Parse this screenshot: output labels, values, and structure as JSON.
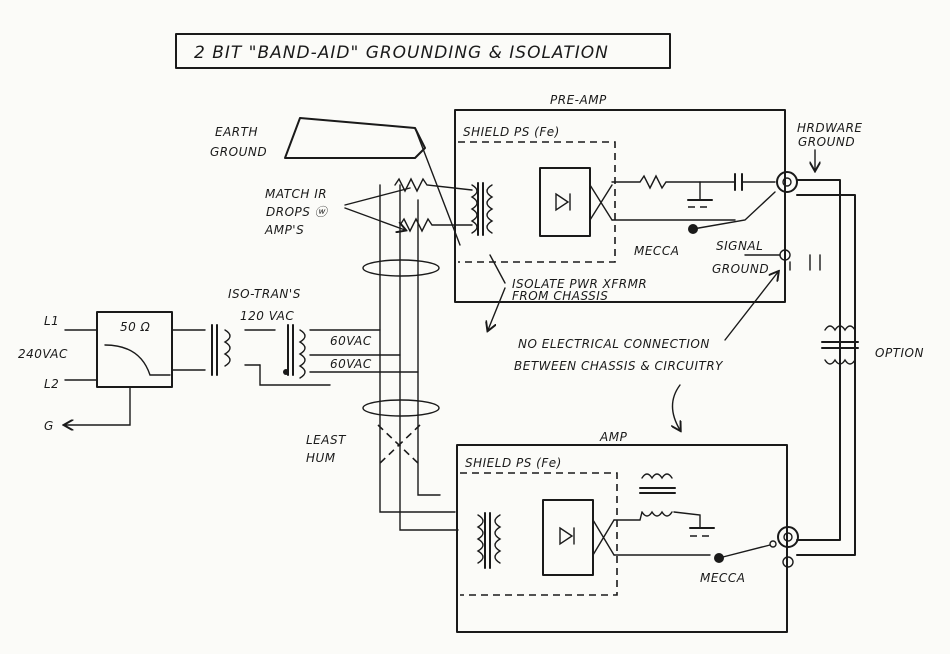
{
  "title": "2 BIT \"BAND-AID\" GROUNDING & ISOLATION",
  "labels": {
    "earth_ground_1": "EARTH",
    "earth_ground_2": "GROUND",
    "preamp": "PRE-AMP",
    "amp": "AMP",
    "shield_ps_top": "SHIELD PS (Fe)",
    "shield_ps_bottom": "SHIELD PS (Fe)",
    "hardware_ground_1": "HRDWARE",
    "hardware_ground_2": "GROUND",
    "match_ir_1": "MATCH IR",
    "match_ir_2": "DROPS ⓦ",
    "match_ir_3": "AMP'S",
    "mecca_top": "MECCA",
    "signal_ground_1": "SIGNAL",
    "signal_ground_2": "GROUND",
    "isolate_1": "ISOLATE PWR XFRMR",
    "isolate_2": "FROM CHASSIS",
    "iso_trans": "ISO-TRAN'S",
    "v120": "120 VAC",
    "filter": "50 Ω",
    "l1": "L1",
    "l2": "L2",
    "v240": "240VAC",
    "g": "G",
    "v60a": "60VAC",
    "v60b": "60VAC",
    "no_conn_1": "NO ELECTRICAL CONNECTION",
    "no_conn_2": "BETWEEN CHASSIS & CIRCUITRY",
    "option": "OPTION",
    "least_hum_1": "LEAST",
    "least_hum_2": "HUM",
    "mecca_bottom": "MECCA"
  },
  "colors": {
    "ink": "#1a1a1a",
    "paper": "#fbfbf8"
  }
}
